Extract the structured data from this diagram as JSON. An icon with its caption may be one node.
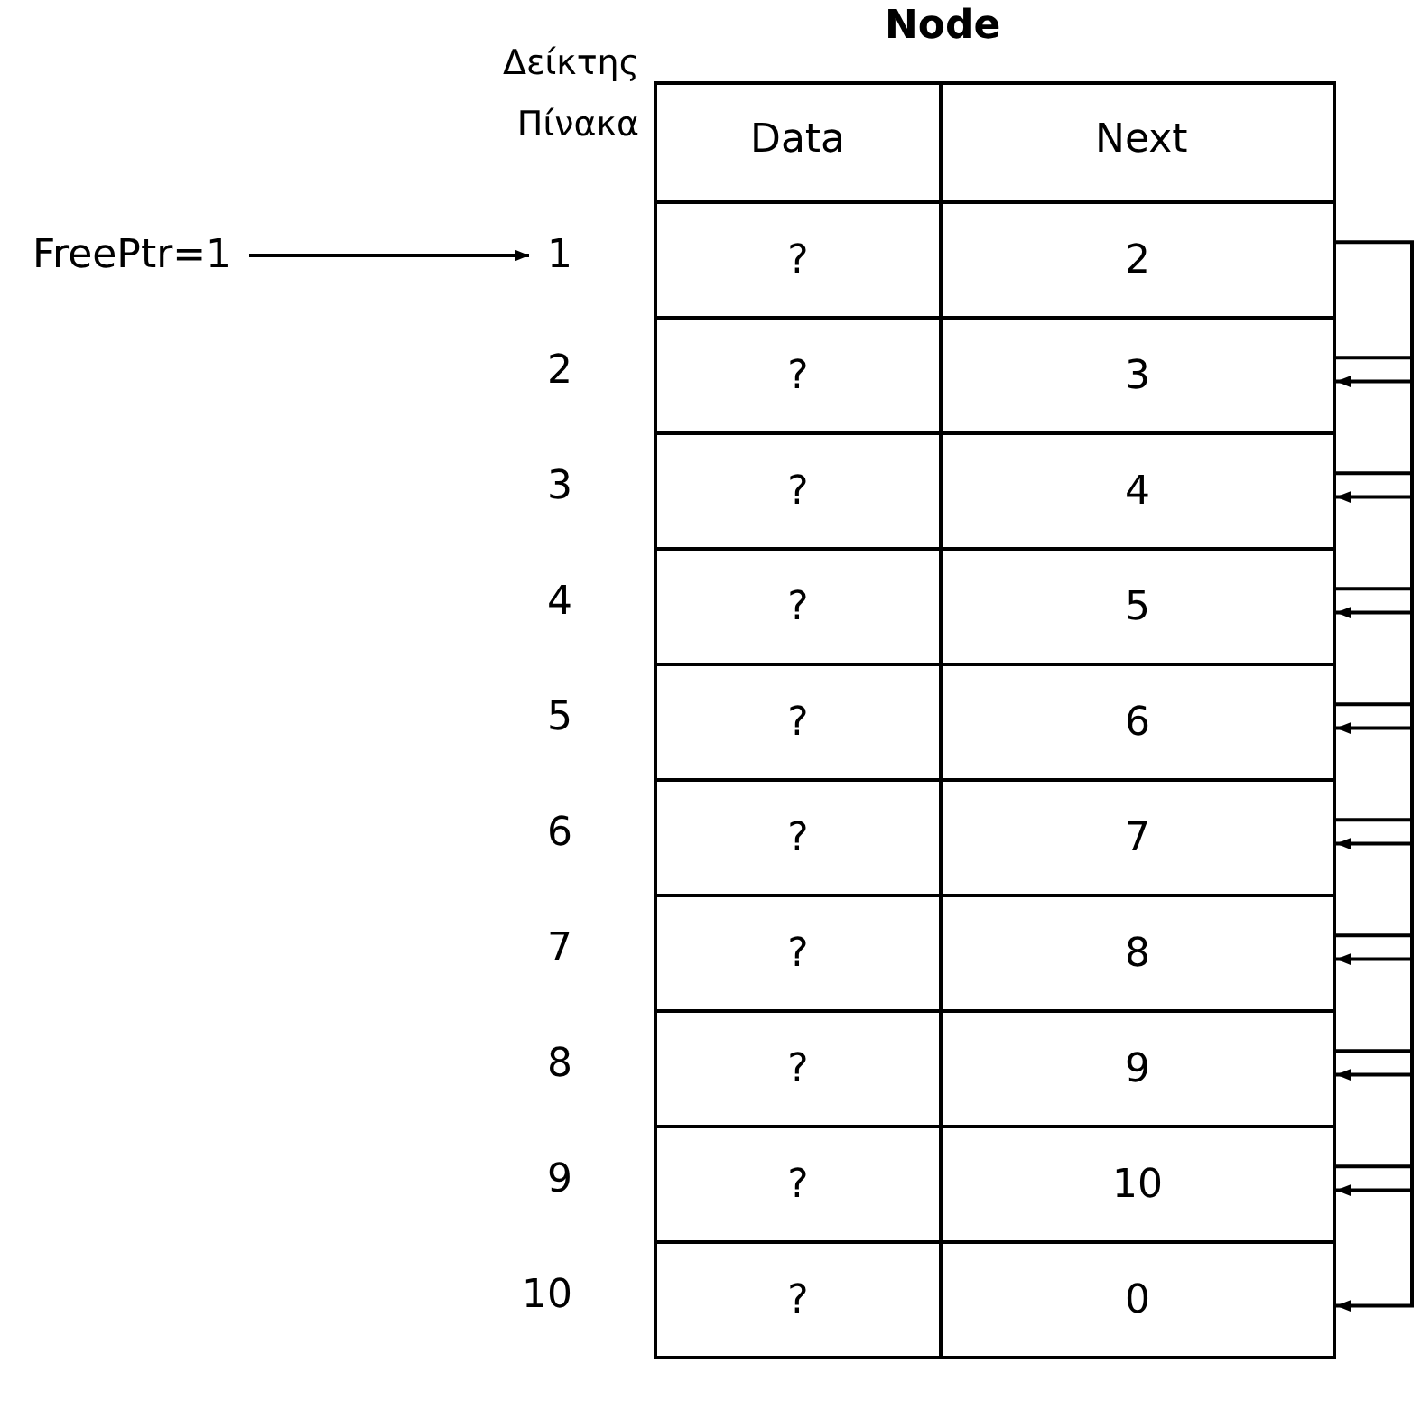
{
  "diagram": {
    "nodes": [
      {
        "text": [
          "FreePtr=1"
        ]
      },
      {
        "text": [
          "1"
        ]
      },
      {
        "text": [
          "2"
        ]
      },
      {
        "text": [
          "3"
        ]
      },
      {
        "text": [
          "4"
        ]
      },
      {
        "text": [
          "5"
        ]
      },
      {
        "text": [
          "6"
        ]
      },
      {
        "text": [
          "7"
        ]
      },
      {
        "text": [
          "8"
        ]
      },
      {
        "text": [
          "9"
        ]
      },
      {
        "text": [
          "10"
        ]
      },
      {
        "text": [
          "0"
        ]
      }
    ],
    "edges": [
      {
        "from": 0,
        "to": 1,
        "arrow": "to"
      },
      {
        "from": 2,
        "to": 3,
        "arrow": "to"
      },
      {
        "from": 3,
        "to": 4,
        "arrow": "to"
      },
      {
        "from": 4,
        "to": 5,
        "arrow": "to"
      },
      {
        "from": 5,
        "to": 6,
        "arrow": "to"
      },
      {
        "from": 6,
        "to": 7,
        "arrow": "to"
      },
      {
        "from": 7,
        "to": 8,
        "arrow": "to"
      },
      {
        "from": 8,
        "to": 9,
        "arrow": "to"
      },
      {
        "from": 9,
        "to": 10,
        "arrow": "to"
      },
      {
        "from": 10,
        "to": 11,
        "arrow": "to"
      }
    ],
    "labels": [
      "Node",
      "Δείκτης Πίνακα",
      "Data",
      "Next",
      "?",
      "2",
      "?",
      "3",
      "?",
      "4",
      "?",
      "5",
      "?",
      "6",
      "?",
      "7",
      "?",
      "8",
      "?",
      "9",
      "?",
      "10",
      "?"
    ]
  }
}
